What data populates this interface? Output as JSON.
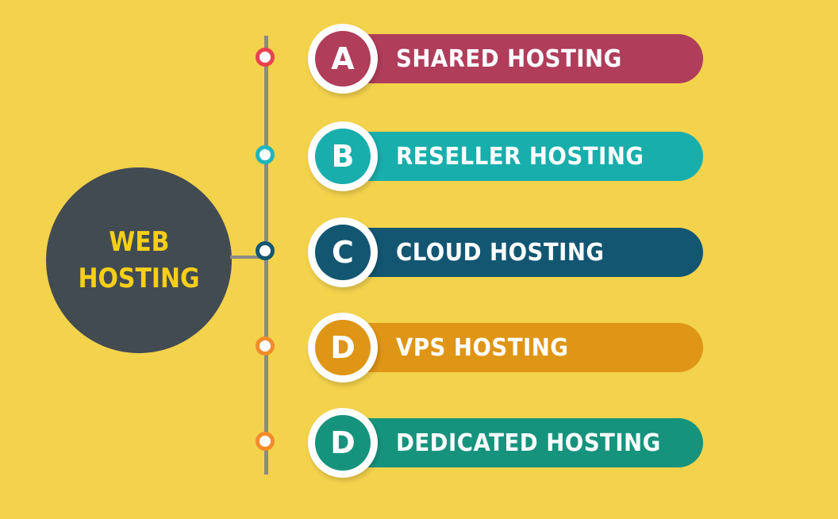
{
  "center": {
    "line1": "WEB",
    "line2": "HOSTING",
    "color": "#434b52",
    "text_color": "#f5cf18"
  },
  "items": [
    {
      "letter": "A",
      "label": "SHARED HOSTING",
      "color": "#b03d5a",
      "dot_color": "#e8414f"
    },
    {
      "letter": "B",
      "label": "RESELLER HOSTING",
      "color": "#18aeac",
      "dot_color": "#1fb5bf"
    },
    {
      "letter": "C",
      "label": "CLOUD HOSTING",
      "color": "#135672",
      "dot_color": "#135672"
    },
    {
      "letter": "D",
      "label": "VPS HOSTING",
      "color": "#df9515",
      "dot_color": "#f28b2c"
    },
    {
      "letter": "D",
      "label": "DEDICATED HOSTING",
      "color": "#16937d",
      "dot_color": "#f28b2c"
    }
  ]
}
